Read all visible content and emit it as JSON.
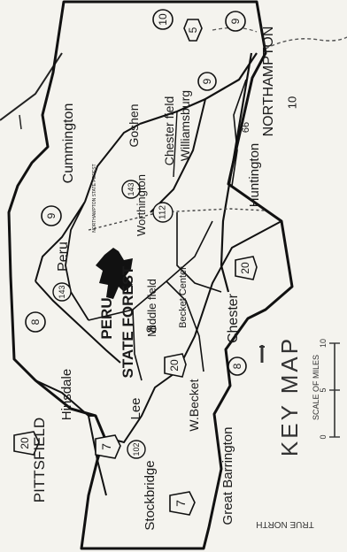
{
  "towns": {
    "pittsfield": "PITTSFIELD",
    "stockbridge": "Stockbridge",
    "great_barrington": "Great Barrington",
    "lee": "Lee",
    "hinsdale": "Hinsdale",
    "peru": "Peru",
    "cummington": "Cummington",
    "goshen": "Goshen",
    "chesterfield": "Chester field",
    "williamsburg": "Williamsburg",
    "northampton": "NORTHAMPTON",
    "worthington": "Worthington",
    "middlefield": "Middle field",
    "becket_center": "Becket Center",
    "chester": "Chester",
    "w_becket": "W.Becket",
    "huntington": "Huntington"
  },
  "forests": {
    "peru_line1": "PERU",
    "peru_line2": "STATE FOREST",
    "northampton_forest": "NORTHAMPTON STATE FOREST"
  },
  "routes": [
    "10",
    "5",
    "9",
    "9",
    "9",
    "143",
    "143",
    "112",
    "66",
    "10",
    "20",
    "8",
    "8",
    "8",
    "20",
    "7",
    "102",
    "7",
    "20"
  ],
  "legend": {
    "title": "KEY MAP",
    "scale_label": "SCALE OF MILES",
    "scale_ticks": [
      "0",
      "5",
      "10"
    ],
    "north": "TRUE NORTH"
  }
}
